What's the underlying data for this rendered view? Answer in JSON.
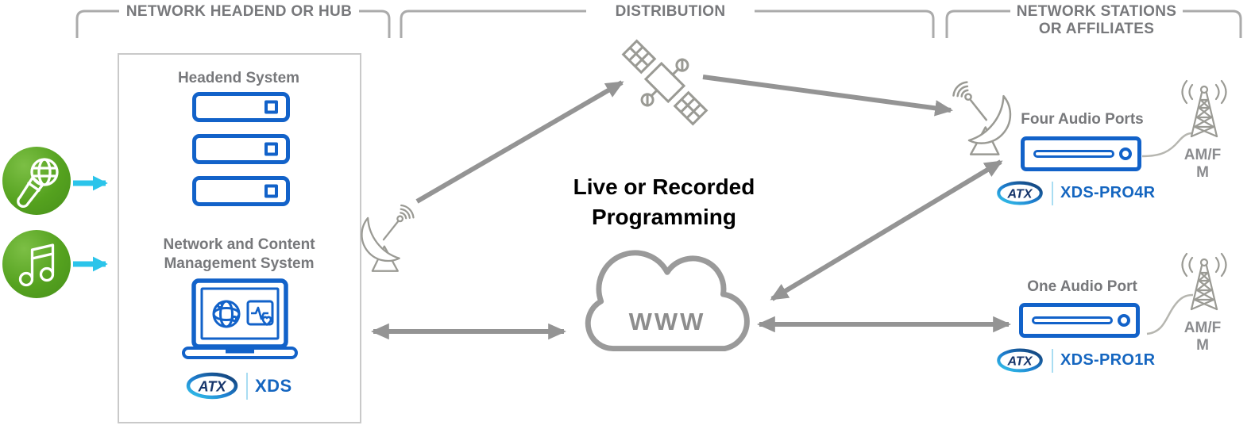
{
  "sections": [
    {
      "label": "NETWORK HEADEND OR HUB"
    },
    {
      "label": "DISTRIBUTION"
    },
    {
      "label": "NETWORK STATIONS OR AFFILIATES"
    }
  ],
  "headend": {
    "title": "Headend System",
    "ncms_title": "Network and Content Management System",
    "brand": "ATX",
    "product": "XDS"
  },
  "distribution": {
    "caption": "Live or Recorded Programming",
    "cloud_label": "WWW"
  },
  "stations": [
    {
      "ports": "Four Audio Ports",
      "brand": "ATX",
      "model": "XDS-PRO4R",
      "tower": "AM/FM"
    },
    {
      "ports": "One Audio Port",
      "brand": "ATX",
      "model": "XDS-PRO1R",
      "tower": "AM/FM"
    }
  ],
  "icons": {
    "microphone-icon": "white outline microphone in green circle",
    "music-note-icon": "white outline music note in green circle",
    "server-icon": "blue server unit",
    "laptop-icon": "blue laptop with globe and health-monitor screen",
    "satellite-dish-icon": "gray satellite uplink dish with waves",
    "satellite-icon": "gray satellite with solar panels",
    "cloud-icon": "gray internet cloud",
    "radio-tower-icon": "gray broadcast tower with waves",
    "receiver-icon": "blue XDS receiver chassis",
    "arrow-icon": "gray connection arrow",
    "cyan-arrow-icon": "cyan feed arrow"
  },
  "colors": {
    "device_blue": "#1262c9",
    "brand_blue": "#1566c0",
    "brand_navy": "#16356b",
    "source_green": "#55a21f",
    "feed_cyan": "#2bc4ea",
    "icon_gray": "#9a9a94",
    "arrow_gray": "#949494",
    "label_gray": "#77787b",
    "caption_black": "#000000"
  }
}
